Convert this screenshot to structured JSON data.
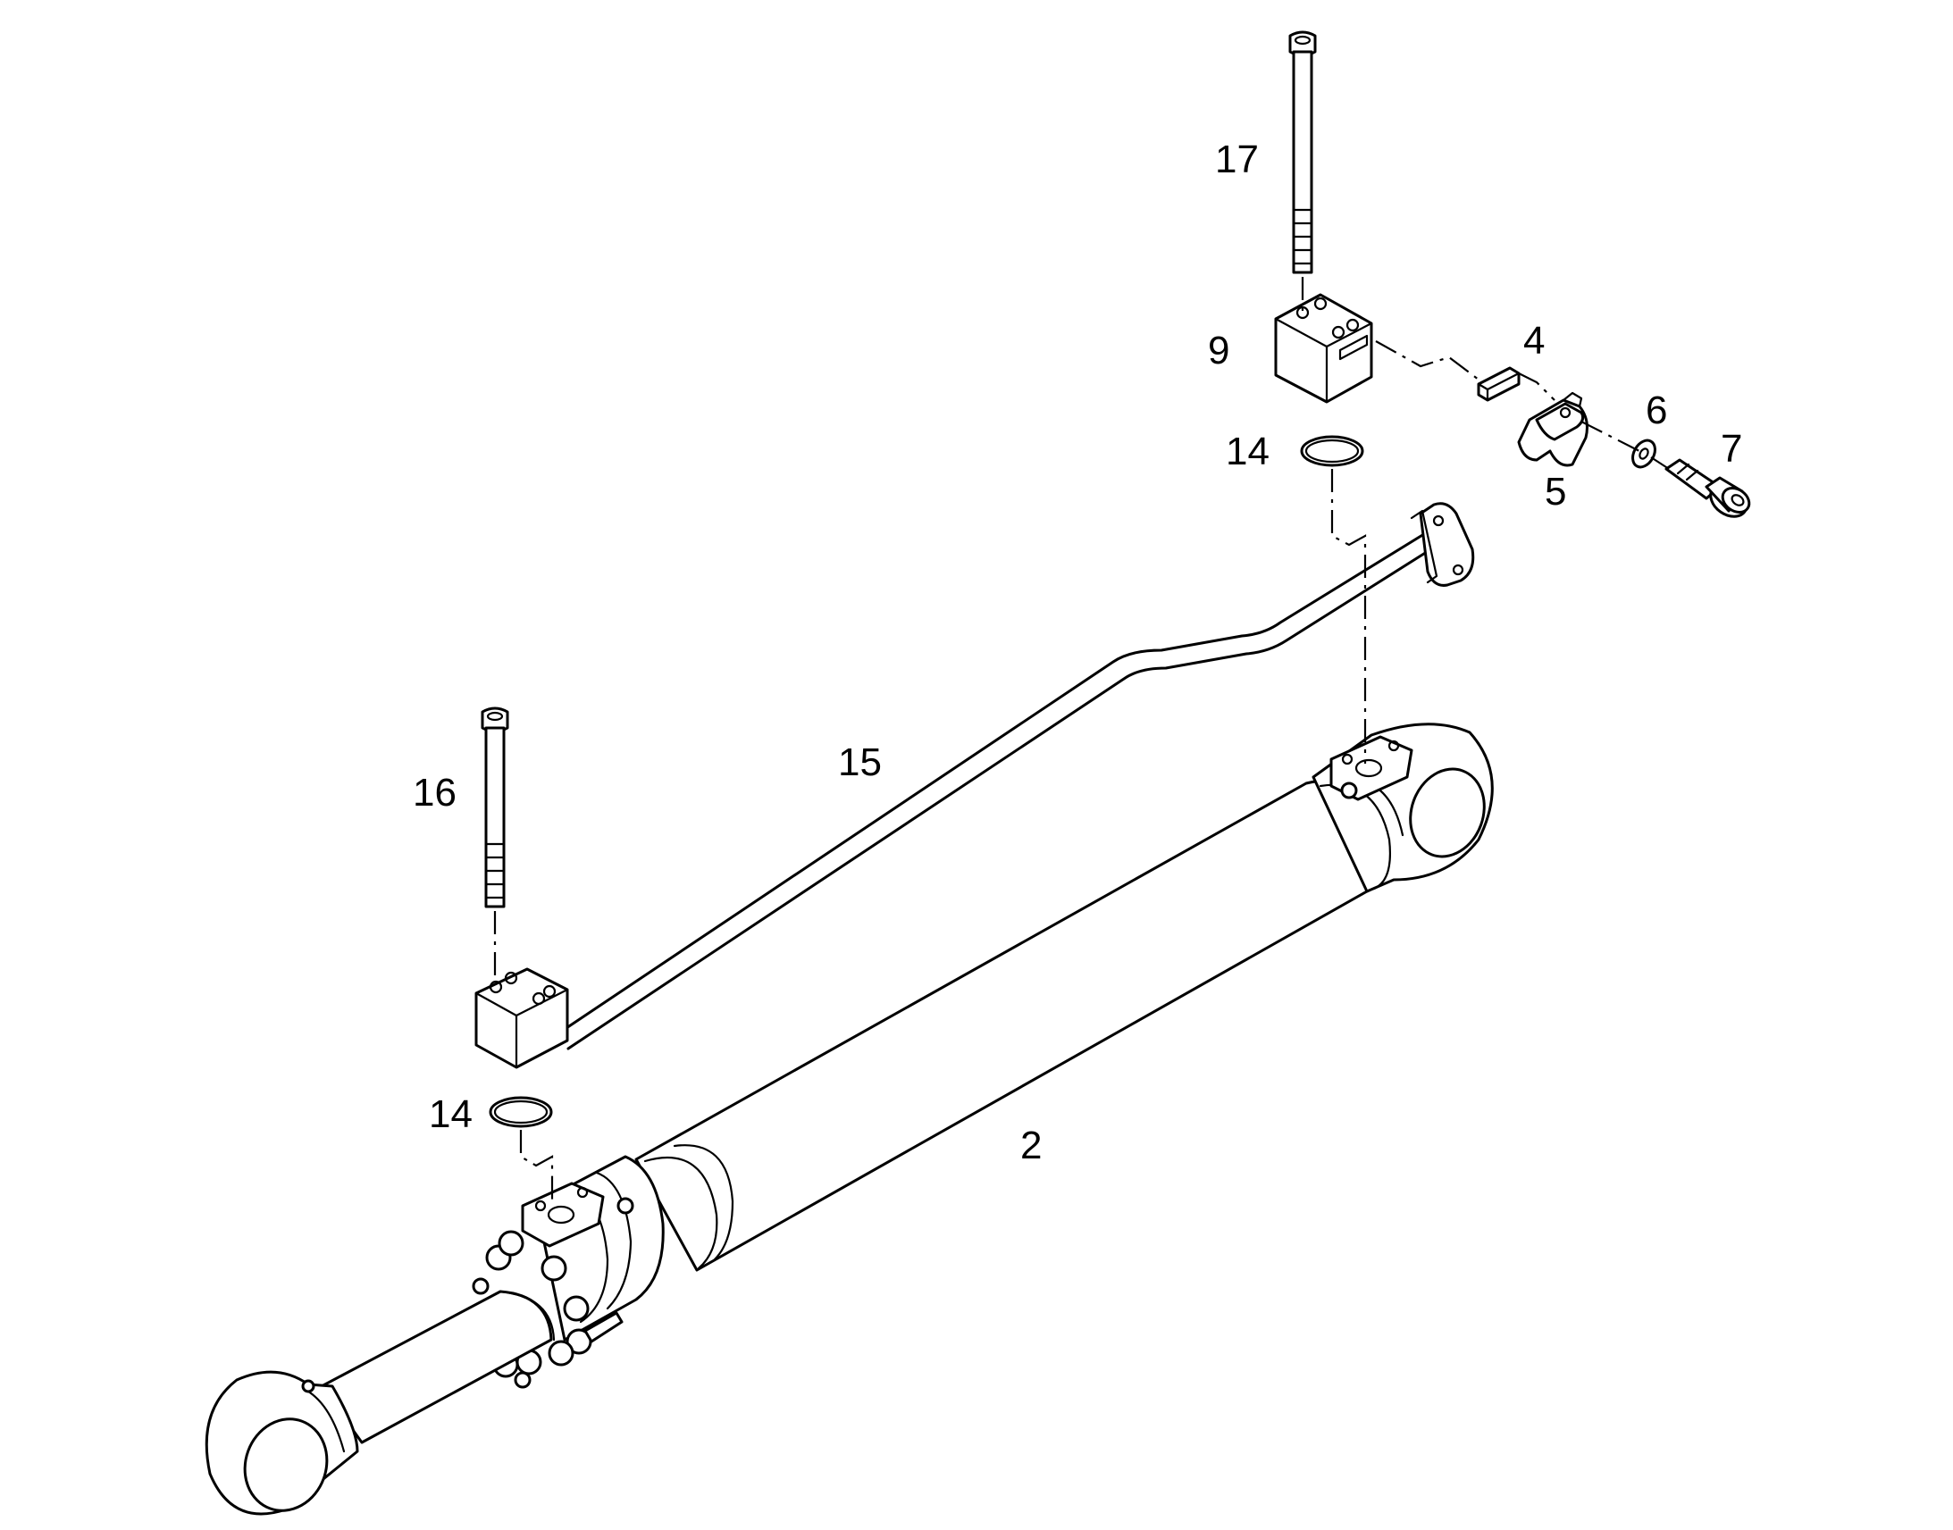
{
  "callouts": [
    {
      "id": "17",
      "label": "17"
    },
    {
      "id": "9",
      "label": "9"
    },
    {
      "id": "4",
      "label": "4"
    },
    {
      "id": "6",
      "label": "6"
    },
    {
      "id": "7",
      "label": "7"
    },
    {
      "id": "14a",
      "label": "14"
    },
    {
      "id": "5",
      "label": "5"
    },
    {
      "id": "15",
      "label": "15"
    },
    {
      "id": "16",
      "label": "16"
    },
    {
      "id": "14b",
      "label": "14"
    },
    {
      "id": "2",
      "label": "2"
    }
  ],
  "colors": {
    "line": "#000000",
    "background": "#ffffff"
  },
  "parts": [
    {
      "id": "2",
      "icon": "hydraulic-cylinder-icon"
    },
    {
      "id": "4",
      "icon": "key-block-icon"
    },
    {
      "id": "5",
      "icon": "pipe-clamp-icon"
    },
    {
      "id": "6",
      "icon": "washer-icon"
    },
    {
      "id": "7",
      "icon": "socket-screw-icon"
    },
    {
      "id": "9",
      "icon": "clamp-block-icon"
    },
    {
      "id": "14",
      "icon": "o-ring-icon"
    },
    {
      "id": "15",
      "icon": "pipe-icon"
    },
    {
      "id": "16",
      "icon": "long-bolt-icon"
    },
    {
      "id": "17",
      "icon": "long-bolt-icon"
    }
  ]
}
